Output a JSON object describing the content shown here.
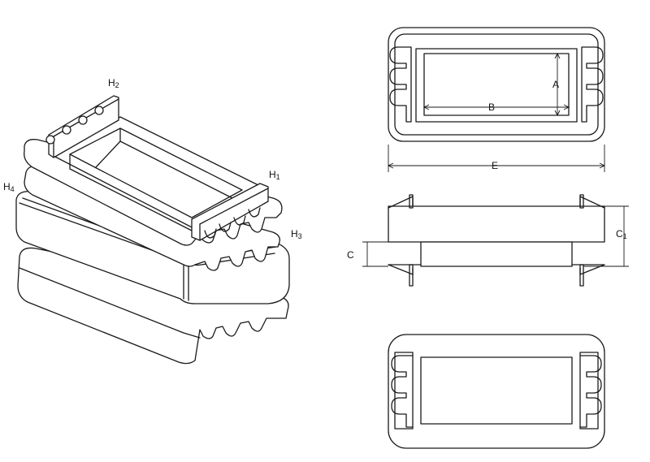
{
  "labels": {
    "h2": {
      "main": "H",
      "sub": "2"
    },
    "h1": {
      "main": "H",
      "sub": "1"
    },
    "h4": {
      "main": "H",
      "sub": "4"
    },
    "h3": {
      "main": "H",
      "sub": "3"
    },
    "a": "A",
    "b": "B",
    "e": "E",
    "c": "C",
    "c1": {
      "main": "C",
      "sub": "1"
    }
  },
  "colors": {
    "line": "#1a1a1a",
    "background": "#ffffff"
  }
}
